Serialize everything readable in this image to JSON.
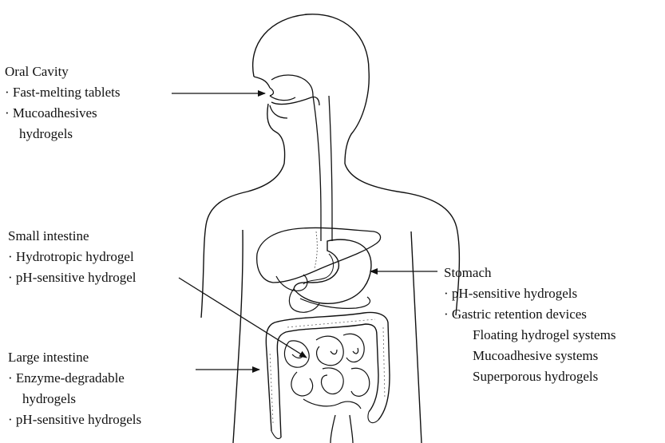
{
  "colors": {
    "ink": "#111111",
    "background": "#ffffff"
  },
  "oral_cavity": {
    "heading": "Oral Cavity",
    "items": [
      "· Fast-melting tablets",
      "· Mucoadhesives",
      "hydrogels"
    ]
  },
  "small_intestine": {
    "heading": "Small intestine",
    "items": [
      "· Hydrotropic hydrogel",
      "· pH-sensitive hydrogel"
    ]
  },
  "large_intestine": {
    "heading": "Large intestine",
    "items": [
      "· Enzyme-degradable",
      "hydrogels",
      "· pH-sensitive hydrogels"
    ]
  },
  "stomach": {
    "heading": "Stomach",
    "items": [
      "· pH-sensitive hydrogels",
      "· Gastric retention devices"
    ],
    "sub_items": [
      "Floating hydrogel systems",
      "Mucoadhesive systems",
      "Superporous hydrogels"
    ]
  }
}
